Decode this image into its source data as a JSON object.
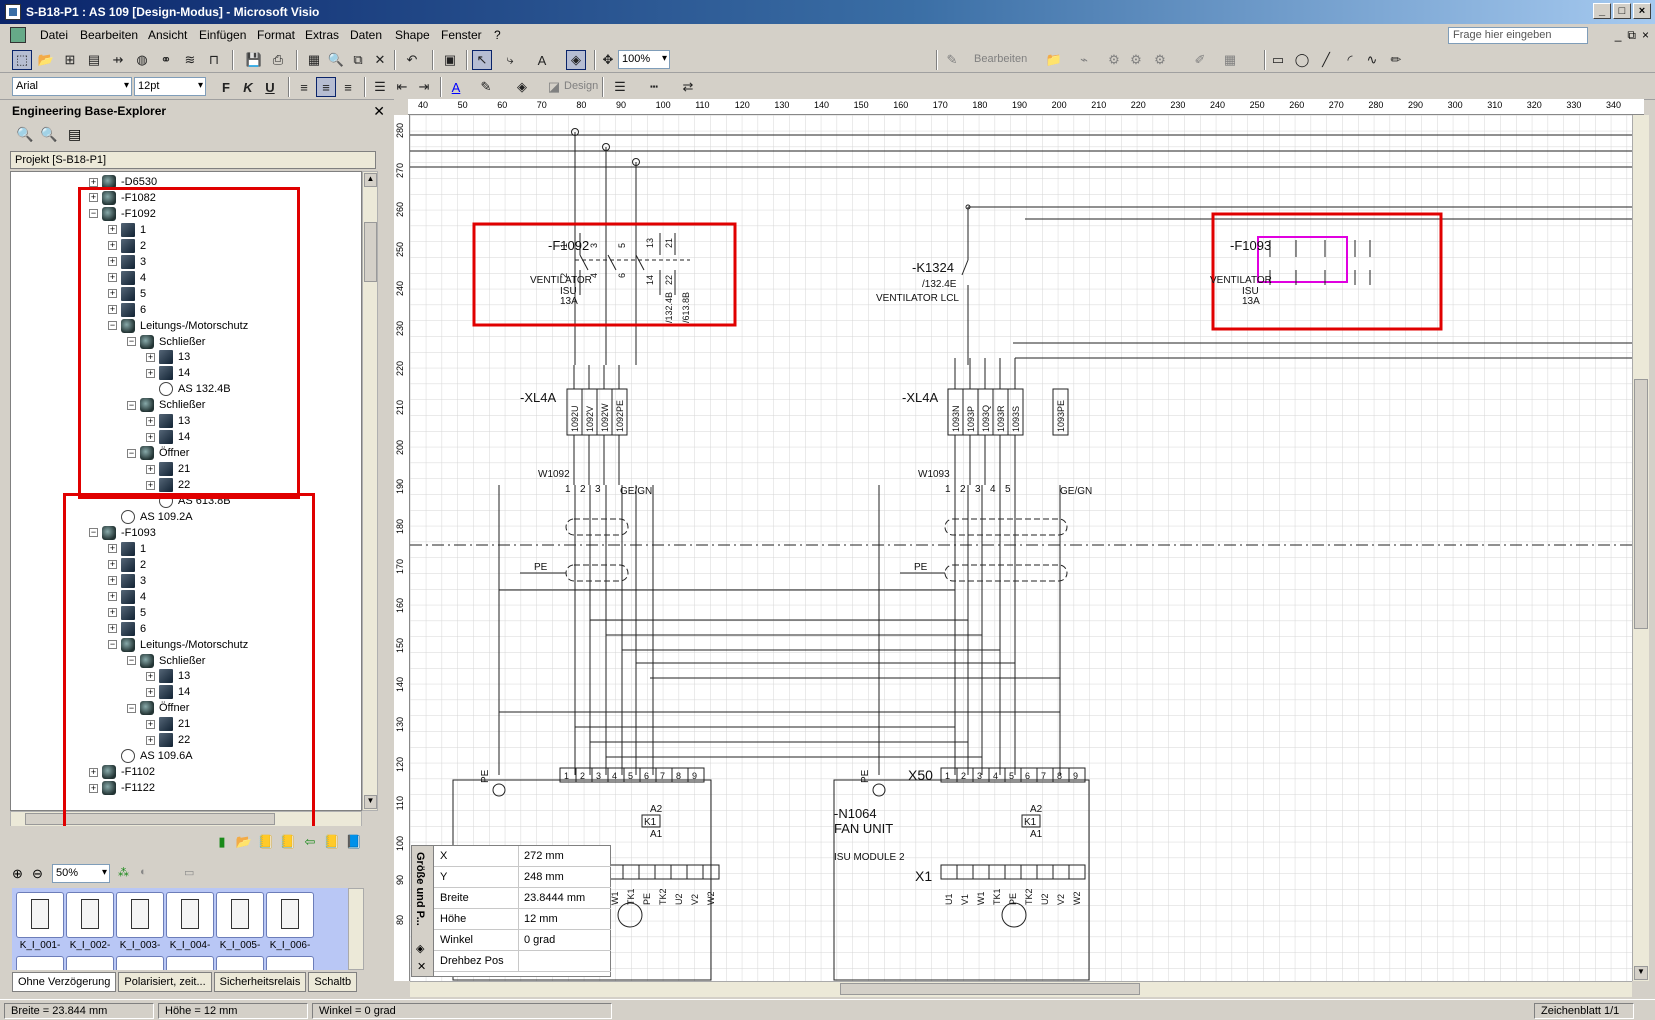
{
  "window": {
    "title": "S-B18-P1 : AS 109 [Design-Modus] - Microsoft Visio"
  },
  "menu": [
    "Datei",
    "Bearbeiten",
    "Ansicht",
    "Einfügen",
    "Format",
    "Extras",
    "Daten",
    "Shape",
    "Fenster",
    "?"
  ],
  "help_box": {
    "placeholder": "Frage hier eingeben"
  },
  "toolbar": {
    "zoom": "100%",
    "font": "Arial",
    "font_size": "12pt",
    "edit_label": "Bearbeiten",
    "design_label": "Design",
    "bold": "F",
    "italic": "K",
    "underline": "U"
  },
  "explorer": {
    "title": "Engineering Base-Explorer",
    "project": "Projekt [S-B18-P1]",
    "tree": [
      {
        "label": "-D6530",
        "level": 1,
        "exp": "+",
        "icon": "device"
      },
      {
        "label": "-F1082",
        "level": 1,
        "exp": "+",
        "icon": "device"
      },
      {
        "label": "-F1092",
        "level": 1,
        "exp": "-",
        "icon": "device"
      },
      {
        "label": "1",
        "level": 2,
        "exp": "+",
        "icon": "pin"
      },
      {
        "label": "2",
        "level": 2,
        "exp": "+",
        "icon": "pin"
      },
      {
        "label": "3",
        "level": 2,
        "exp": "+",
        "icon": "pin"
      },
      {
        "label": "4",
        "level": 2,
        "exp": "+",
        "icon": "pin"
      },
      {
        "label": "5",
        "level": 2,
        "exp": "+",
        "icon": "pin"
      },
      {
        "label": "6",
        "level": 2,
        "exp": "+",
        "icon": "pin"
      },
      {
        "label": "Leitungs-/Motorschutz",
        "level": 2,
        "exp": "-",
        "icon": "device"
      },
      {
        "label": "Schließer",
        "level": 3,
        "exp": "-",
        "icon": "device"
      },
      {
        "label": "13",
        "level": 4,
        "exp": "+",
        "icon": "pin"
      },
      {
        "label": "14",
        "level": 4,
        "exp": "+",
        "icon": "pin"
      },
      {
        "label": "AS 132.4B",
        "level": 4,
        "exp": "",
        "icon": "ref"
      },
      {
        "label": "Schließer",
        "level": 3,
        "exp": "-",
        "icon": "device"
      },
      {
        "label": "13",
        "level": 4,
        "exp": "+",
        "icon": "pin"
      },
      {
        "label": "14",
        "level": 4,
        "exp": "+",
        "icon": "pin"
      },
      {
        "label": "Öffner",
        "level": 3,
        "exp": "-",
        "icon": "device"
      },
      {
        "label": "21",
        "level": 4,
        "exp": "+",
        "icon": "pin"
      },
      {
        "label": "22",
        "level": 4,
        "exp": "+",
        "icon": "pin"
      },
      {
        "label": "AS 613.8B",
        "level": 4,
        "exp": "",
        "icon": "ref"
      },
      {
        "label": "AS 109.2A",
        "level": 2,
        "exp": "",
        "icon": "ref"
      },
      {
        "label": "-F1093",
        "level": 1,
        "exp": "-",
        "icon": "device"
      },
      {
        "label": "1",
        "level": 2,
        "exp": "+",
        "icon": "pin"
      },
      {
        "label": "2",
        "level": 2,
        "exp": "+",
        "icon": "pin"
      },
      {
        "label": "3",
        "level": 2,
        "exp": "+",
        "icon": "pin"
      },
      {
        "label": "4",
        "level": 2,
        "exp": "+",
        "icon": "pin"
      },
      {
        "label": "5",
        "level": 2,
        "exp": "+",
        "icon": "pin"
      },
      {
        "label": "6",
        "level": 2,
        "exp": "+",
        "icon": "pin"
      },
      {
        "label": "Leitungs-/Motorschutz",
        "level": 2,
        "exp": "-",
        "icon": "device"
      },
      {
        "label": "Schließer",
        "level": 3,
        "exp": "-",
        "icon": "device"
      },
      {
        "label": "13",
        "level": 4,
        "exp": "+",
        "icon": "pin"
      },
      {
        "label": "14",
        "level": 4,
        "exp": "+",
        "icon": "pin"
      },
      {
        "label": "Öffner",
        "level": 3,
        "exp": "-",
        "icon": "device"
      },
      {
        "label": "21",
        "level": 4,
        "exp": "+",
        "icon": "pin"
      },
      {
        "label": "22",
        "level": 4,
        "exp": "+",
        "icon": "pin"
      },
      {
        "label": "AS 109.6A",
        "level": 2,
        "exp": "",
        "icon": "ref"
      },
      {
        "label": "-F1102",
        "level": 1,
        "exp": "+",
        "icon": "device"
      },
      {
        "label": "-F1122",
        "level": 1,
        "exp": "+",
        "icon": "device"
      }
    ]
  },
  "shapes": {
    "zoom": "50%",
    "stencil_items": [
      "K_I_001-",
      "K_I_002-",
      "K_I_003-",
      "K_I_004-",
      "K_I_005-",
      "K_I_006-"
    ],
    "tabs": [
      "Ohne Verzögerung",
      "Polarisiert, zeit...",
      "Sicherheitsrelais",
      "Schaltb"
    ]
  },
  "ruler": {
    "h": [
      "40",
      "50",
      "60",
      "70",
      "80",
      "90",
      "100",
      "110",
      "120",
      "130",
      "140",
      "150",
      "160",
      "170",
      "180",
      "190",
      "200",
      "210",
      "220",
      "230",
      "240",
      "250",
      "260",
      "270",
      "280",
      "290",
      "300",
      "310",
      "320",
      "330",
      "340"
    ],
    "v": [
      "280",
      "270",
      "260",
      "250",
      "240",
      "230",
      "220",
      "210",
      "200",
      "190",
      "180",
      "170",
      "160",
      "150",
      "140",
      "130",
      "120",
      "110",
      "100",
      "90",
      "80"
    ]
  },
  "drawing": {
    "f1092": {
      "tag": "-F1092",
      "desc1": "VENTILATOR",
      "desc2": "ISU",
      "desc3": "13A",
      "ref1": "/132.4B",
      "ref2": "/613.8B"
    },
    "k1324": {
      "tag": "-K1324",
      "ref": "/132.4E",
      "desc": "VENTILATOR LCL"
    },
    "f1093": {
      "tag": "-F1093",
      "desc1": "VENTILATOR",
      "desc2": "ISU",
      "desc3": "13A"
    },
    "xl4a_left": {
      "tag": "-XL4A",
      "terms": [
        "1092U",
        "1092V",
        "1092W",
        "1092PE"
      ]
    },
    "xl4a_right": {
      "tag": "-XL4A",
      "terms": [
        "1093N",
        "1093P",
        "1093Q",
        "1093R",
        "1093S"
      ],
      "pe": "1093PE"
    },
    "w1092": {
      "tag": "W1092",
      "wires": [
        "1",
        "2",
        "3"
      ],
      "ge": "GE/GN"
    },
    "w1093": {
      "tag": "W1093",
      "wires": [
        "1",
        "2",
        "3",
        "4",
        "5"
      ],
      "ge": "GE/GN"
    },
    "pe": "PE",
    "x50": "X50",
    "x1": "X1",
    "n1064": {
      "tag": "-N1064",
      "desc": "FAN UNIT",
      "sub": "ISU MODULE 2"
    },
    "k1": "K1",
    "a1": "A1",
    "a2": "A2",
    "terms_top": [
      "1",
      "2",
      "3",
      "4",
      "5",
      "6",
      "7",
      "8",
      "9"
    ],
    "terms_bottom": [
      "U1",
      "V1",
      "W1",
      "TK1",
      "PE",
      "TK2",
      "U2",
      "V2",
      "W2"
    ],
    "contact_nums": [
      "1",
      "3",
      "5",
      "13",
      "21",
      "2",
      "4",
      "6",
      "14",
      "22"
    ]
  },
  "sizepos": {
    "title": "Größe und P...",
    "rows": [
      {
        "k": "X",
        "v": "272 mm"
      },
      {
        "k": "Y",
        "v": "248 mm"
      },
      {
        "k": "Breite",
        "v": "23.8444 mm"
      },
      {
        "k": "Höhe",
        "v": "12 mm"
      },
      {
        "k": "Winkel",
        "v": "0 grad"
      },
      {
        "k": "Drehbez Pos",
        "v": ""
      }
    ]
  },
  "status": {
    "breite": "Breite = 23.844 mm",
    "hoehe": "Höhe = 12 mm",
    "winkel": "Winkel = 0 grad",
    "page": "Zeichenblatt 1/1"
  },
  "colors": {
    "highlight": "#e00000",
    "selection": "#e000e0",
    "titlebar": "#0a246a"
  }
}
